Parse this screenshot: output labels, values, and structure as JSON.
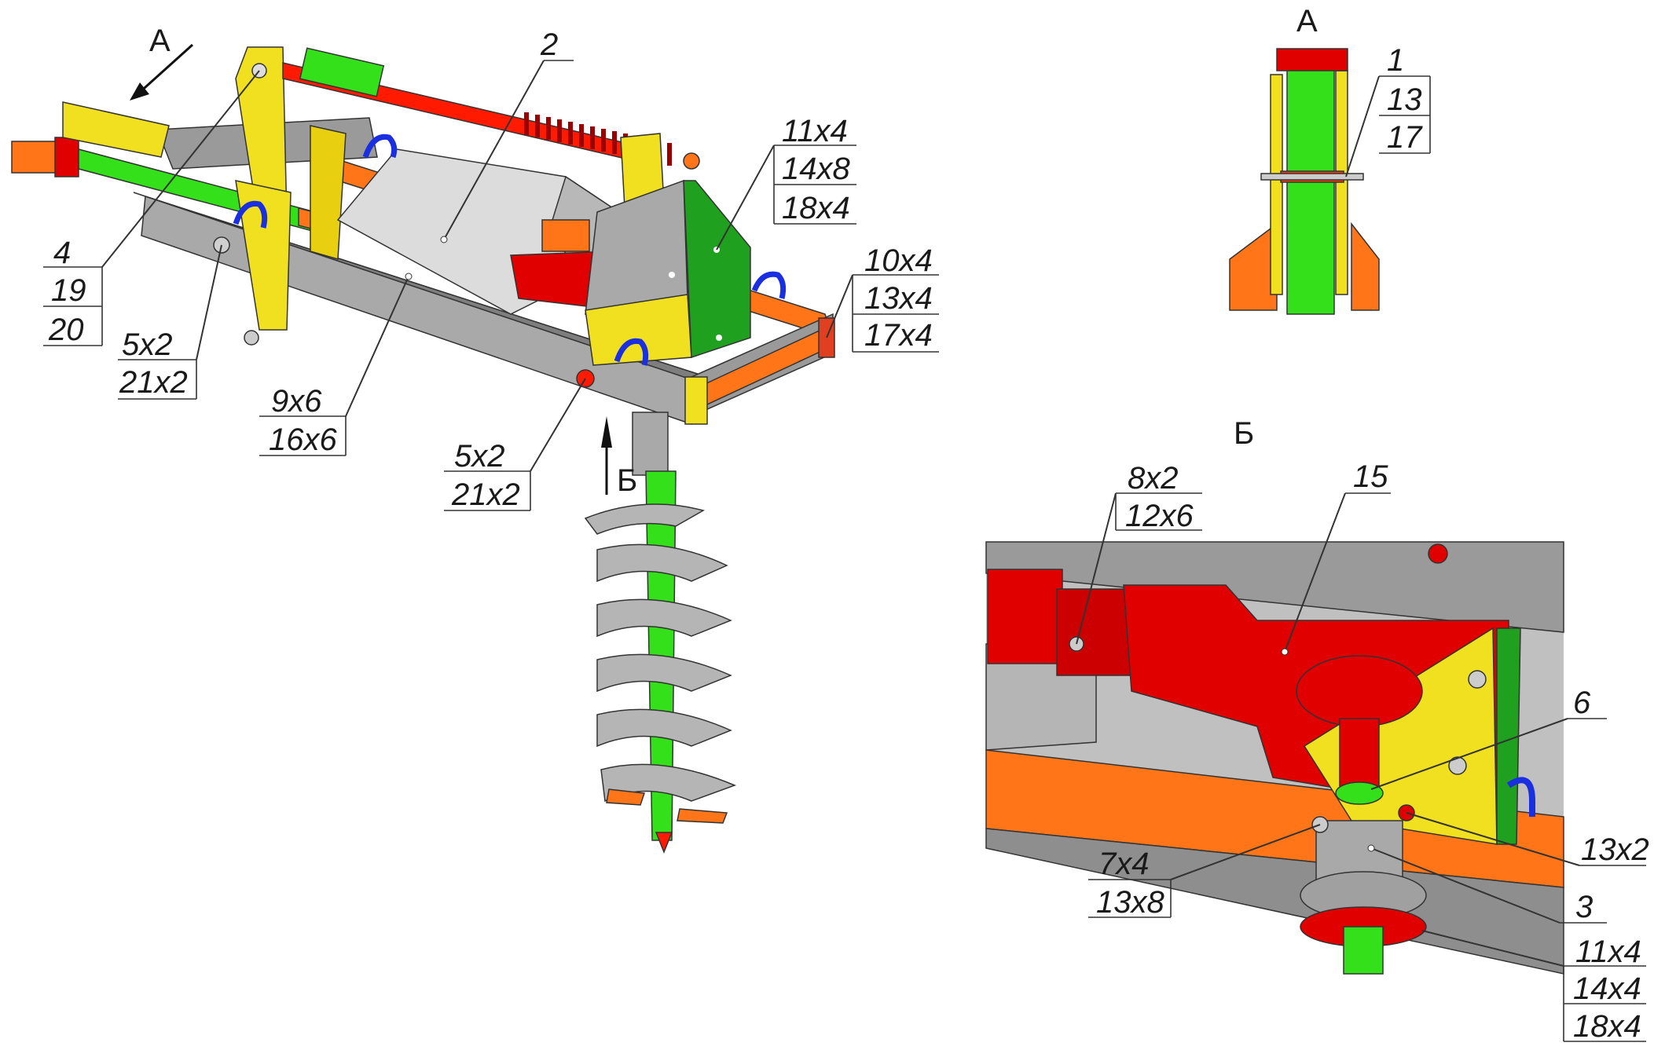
{
  "views": {
    "A": "А",
    "B": "Б"
  },
  "arrows": {
    "A": "А",
    "B": "Б"
  },
  "callouts": {
    "c2": [
      "2"
    ],
    "c11": [
      "11x4",
      "14x8",
      "18x4"
    ],
    "c10": [
      "10x4",
      "13x4",
      "17x4"
    ],
    "c4": [
      "4",
      "19",
      "20"
    ],
    "c5a": [
      "5x2",
      "21x2"
    ],
    "c9": [
      "9x6",
      "16x6"
    ],
    "c5b": [
      "5x2",
      "21x2"
    ],
    "c1": [
      "1",
      "13",
      "17"
    ],
    "c8": [
      "8x2",
      "12x6"
    ],
    "c15": [
      "15"
    ],
    "c6": [
      "6"
    ],
    "c13": [
      "13x2"
    ],
    "c3": [
      "3"
    ],
    "c7": [
      "7x4",
      "13x8"
    ],
    "c11b": [
      "11x4",
      "14x4",
      "18x4"
    ]
  },
  "colors": {
    "frame": "#a9a9a9",
    "frame_dark": "#8a8a8a",
    "hitch": "#f0e020",
    "shaft": "#33e01a",
    "rod": "#ff1a00",
    "gearbox": "#e00000",
    "orange_bar": "#ff7518",
    "guard": "#d8d8d8",
    "green_plate": "#1fa01f",
    "blue_handle": "#1a2fe0",
    "line": "#333333"
  }
}
